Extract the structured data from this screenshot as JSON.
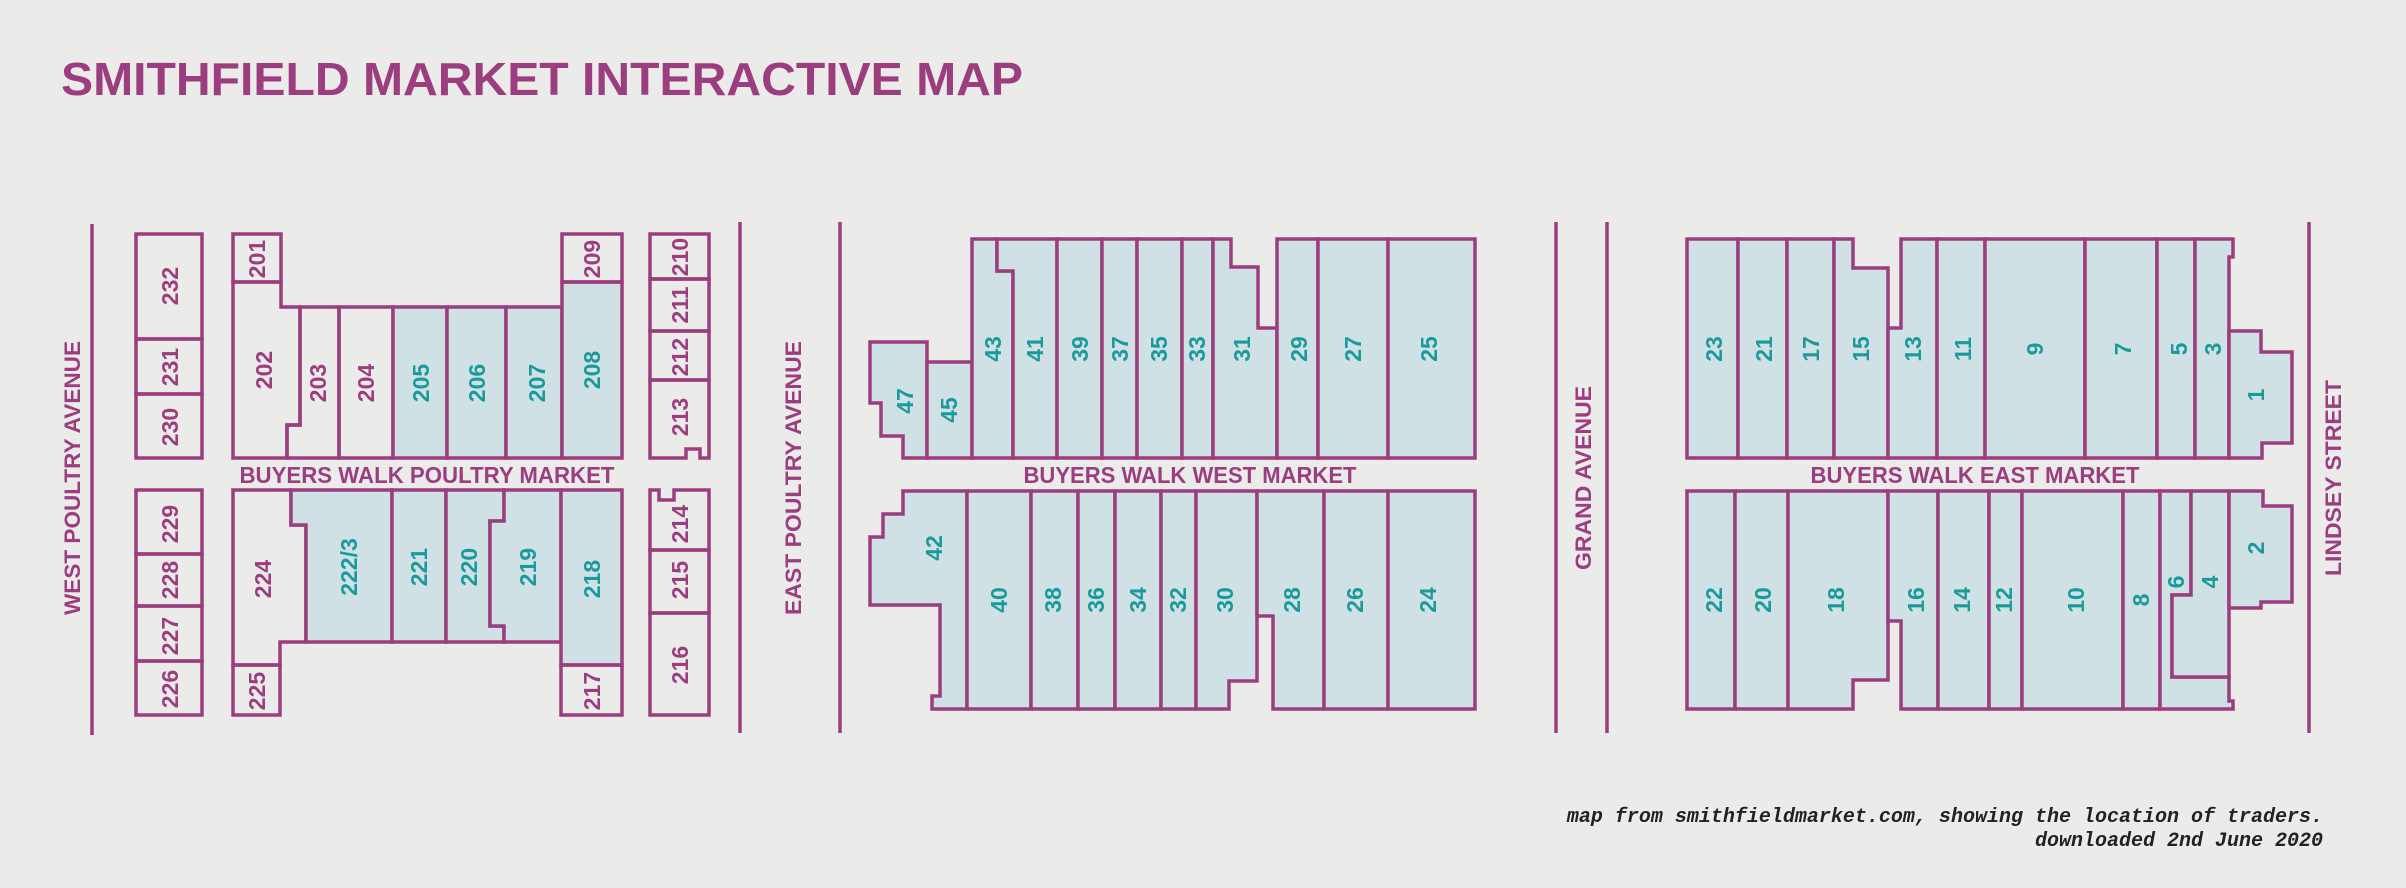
{
  "title": "SMITHFIELD MARKET INTERACTIVE MAP",
  "colors": {
    "outline": "#9b3d7f",
    "occupied_fill": "#cfe1e4",
    "occupied_text": "#1b9a9c",
    "background": "#ebecea"
  },
  "streets": {
    "west_poultry": "WEST POULTRY AVENUE",
    "east_poultry": "EAST POULTRY AVENUE",
    "grand": "GRAND AVENUE",
    "lindsey": "LINDSEY STREET"
  },
  "walks": {
    "poultry": "BUYERS WALK POULTRY MARKET",
    "west": "BUYERS WALK WEST MARKET",
    "east": "BUYERS WALK EAST MARKET"
  },
  "stalls": {
    "s232": {
      "label": "232",
      "occupied": false
    },
    "s231": {
      "label": "231",
      "occupied": false
    },
    "s230": {
      "label": "230",
      "occupied": false
    },
    "s229": {
      "label": "229",
      "occupied": false
    },
    "s228": {
      "label": "228",
      "occupied": false
    },
    "s227": {
      "label": "227",
      "occupied": false
    },
    "s226": {
      "label": "226",
      "occupied": false
    },
    "s201": {
      "label": "201",
      "occupied": false
    },
    "s202": {
      "label": "202",
      "occupied": false
    },
    "s203": {
      "label": "203",
      "occupied": false
    },
    "s204": {
      "label": "204",
      "occupied": false
    },
    "s205": {
      "label": "205",
      "occupied": true
    },
    "s206": {
      "label": "206",
      "occupied": true
    },
    "s207": {
      "label": "207",
      "occupied": true
    },
    "s208": {
      "label": "208",
      "occupied": true
    },
    "s209": {
      "label": "209",
      "occupied": false
    },
    "s210": {
      "label": "210",
      "occupied": false
    },
    "s211": {
      "label": "211",
      "occupied": false
    },
    "s212": {
      "label": "212",
      "occupied": false
    },
    "s213": {
      "label": "213",
      "occupied": false
    },
    "s214": {
      "label": "214",
      "occupied": false
    },
    "s215": {
      "label": "215",
      "occupied": false
    },
    "s216": {
      "label": "216",
      "occupied": false
    },
    "s217": {
      "label": "217",
      "occupied": false
    },
    "s218": {
      "label": "218",
      "occupied": true
    },
    "s219": {
      "label": "219",
      "occupied": true
    },
    "s220": {
      "label": "220",
      "occupied": true
    },
    "s221": {
      "label": "221",
      "occupied": true
    },
    "s222": {
      "label": "222/3",
      "occupied": true
    },
    "s224": {
      "label": "224",
      "occupied": false
    },
    "s225": {
      "label": "225",
      "occupied": false
    },
    "s47": {
      "label": "47",
      "occupied": true
    },
    "s45": {
      "label": "45",
      "occupied": true
    },
    "s43": {
      "label": "43",
      "occupied": true
    },
    "s41": {
      "label": "41",
      "occupied": true
    },
    "s39": {
      "label": "39",
      "occupied": true
    },
    "s37": {
      "label": "37",
      "occupied": true
    },
    "s35": {
      "label": "35",
      "occupied": true
    },
    "s33": {
      "label": "33",
      "occupied": true
    },
    "s31": {
      "label": "31",
      "occupied": true
    },
    "s29": {
      "label": "29",
      "occupied": true
    },
    "s27": {
      "label": "27",
      "occupied": true
    },
    "s25": {
      "label": "25",
      "occupied": true
    },
    "s42": {
      "label": "42",
      "occupied": true
    },
    "s40": {
      "label": "40",
      "occupied": true
    },
    "s38": {
      "label": "38",
      "occupied": true
    },
    "s36": {
      "label": "36",
      "occupied": true
    },
    "s34": {
      "label": "34",
      "occupied": true
    },
    "s32": {
      "label": "32",
      "occupied": true
    },
    "s30": {
      "label": "30",
      "occupied": true
    },
    "s28": {
      "label": "28",
      "occupied": true
    },
    "s26": {
      "label": "26",
      "occupied": true
    },
    "s24": {
      "label": "24",
      "occupied": true
    },
    "s23": {
      "label": "23",
      "occupied": true
    },
    "s21": {
      "label": "21",
      "occupied": true
    },
    "s17": {
      "label": "17",
      "occupied": true
    },
    "s15": {
      "label": "15",
      "occupied": true
    },
    "s13": {
      "label": "13",
      "occupied": true
    },
    "s11": {
      "label": "11",
      "occupied": true
    },
    "s9": {
      "label": "9",
      "occupied": true
    },
    "s7": {
      "label": "7",
      "occupied": true
    },
    "s5": {
      "label": "5",
      "occupied": true
    },
    "s3": {
      "label": "3",
      "occupied": true
    },
    "s1": {
      "label": "1",
      "occupied": true
    },
    "s22": {
      "label": "22",
      "occupied": true
    },
    "s20": {
      "label": "20",
      "occupied": true
    },
    "s18": {
      "label": "18",
      "occupied": true
    },
    "s16": {
      "label": "16",
      "occupied": true
    },
    "s14": {
      "label": "14",
      "occupied": true
    },
    "s12": {
      "label": "12",
      "occupied": true
    },
    "s10": {
      "label": "10",
      "occupied": true
    },
    "s8": {
      "label": "8",
      "occupied": true
    },
    "s6": {
      "label": "6",
      "occupied": true
    },
    "s4": {
      "label": "4",
      "occupied": true
    },
    "s2": {
      "label": "2",
      "occupied": true
    }
  },
  "footer": {
    "line1": "map from smithfieldmarket.com, showing the location of traders.",
    "line2": "downloaded 2nd June 2020"
  }
}
